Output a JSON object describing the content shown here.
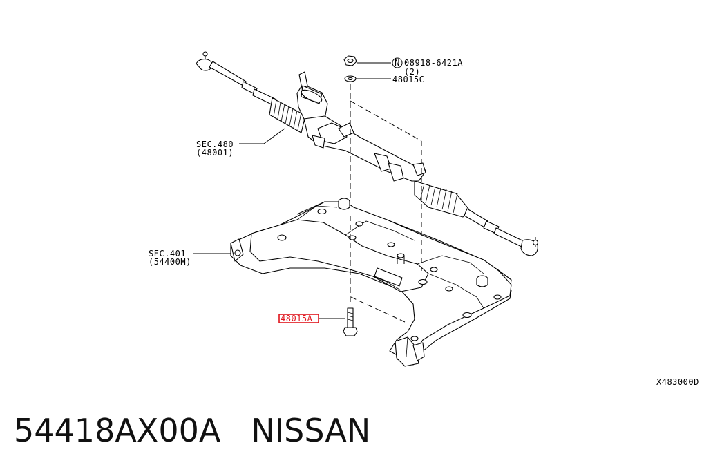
{
  "labels": {
    "nut_part": "08918-6421A",
    "nut_qty": "(2)",
    "nut_symbol": "N",
    "washer_part": "48015C",
    "rack_sec": "SEC.480",
    "rack_part": "(48001)",
    "member_sec": "SEC.401",
    "member_part": "(54400M)",
    "bolt_part": "48015A",
    "diagram_id": "X483000D"
  },
  "highlight_color": "#e0141c",
  "caption": {
    "part_number": "54418AX00A",
    "brand": "NISSAN"
  }
}
